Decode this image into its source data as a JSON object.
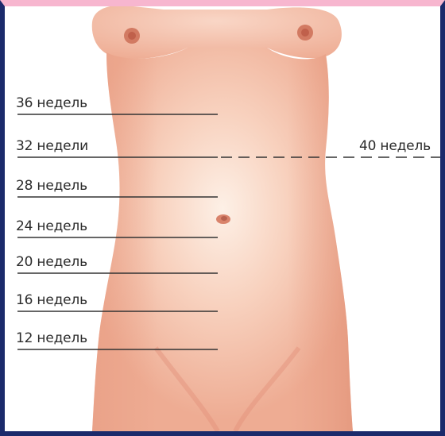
{
  "labels": {
    "w36": "36 недель",
    "w32": "32 недели",
    "w40": "40 недель",
    "w28": "28 недель",
    "w24": "24 недель",
    "w20": "20 недель",
    "w16": "16 недель",
    "w12": "12 недель"
  },
  "colors": {
    "skin": "#f2b79f",
    "skin_light": "#fde9dd",
    "nipple": "#cf6f57",
    "line": "#333333",
    "border": "#1b2a6b",
    "top_border": "#f7b6cf"
  }
}
